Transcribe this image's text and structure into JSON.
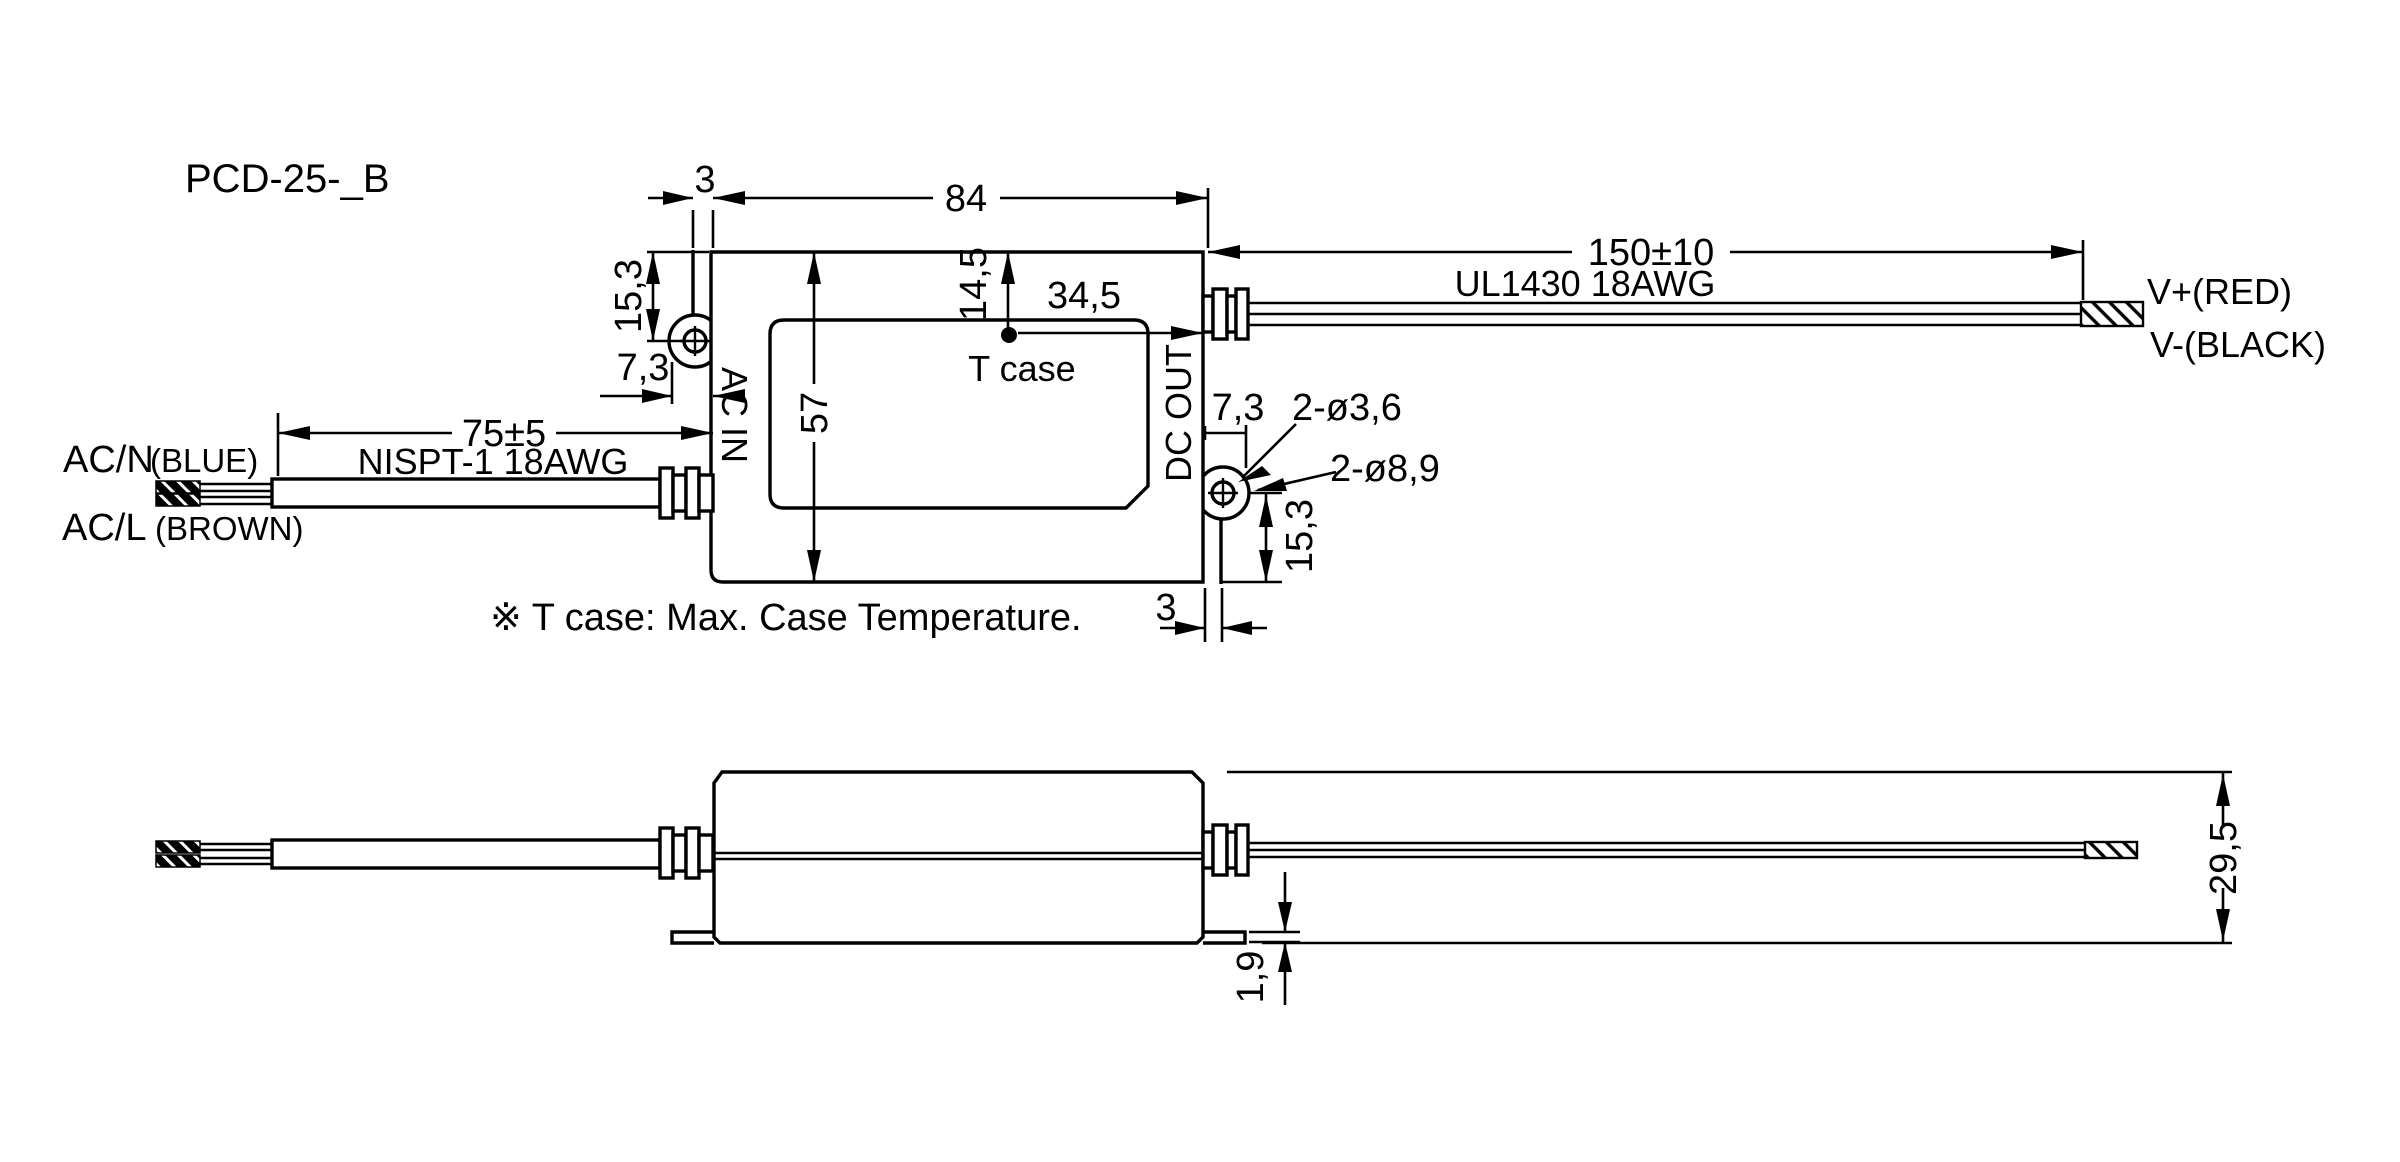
{
  "title": "PCD-25-_B",
  "note": "※ T case: Max. Case Temperature.",
  "top_view": {
    "labels": {
      "ac_in": "AC IN",
      "dc_out": "DC OUT",
      "t_case": "T case",
      "input_wire_name": "AC/N",
      "input_wire_color": "(BLUE)",
      "input_wire2_name": "AC/L",
      "input_wire2_color": "(BROWN)",
      "output_wire_plus": "V+(RED)",
      "output_wire_minus": "V-(BLACK)",
      "input_cable_type": "NISPT-1 18AWG",
      "output_cable_type": "UL1430 18AWG"
    },
    "dimensions": {
      "ear_step_top": "3",
      "body_width": "84",
      "output_cable_length": "150±10",
      "input_cable_length": "75±5",
      "mount_hole_y_left": "15,3",
      "ear_overhang_left": "7,3",
      "body_height": "57",
      "t_case_y": "14,5",
      "t_case_x": "34,5",
      "ear_overhang_right": "7,3",
      "mount_hole_dia": "2-ø3,6",
      "ear_dia": "2-ø8,9",
      "mount_hole_y_right": "15,3",
      "ear_step_bottom": "3"
    }
  },
  "side_view": {
    "dimensions": {
      "body_height": "29,5",
      "flange_thickness": "1,9"
    }
  }
}
